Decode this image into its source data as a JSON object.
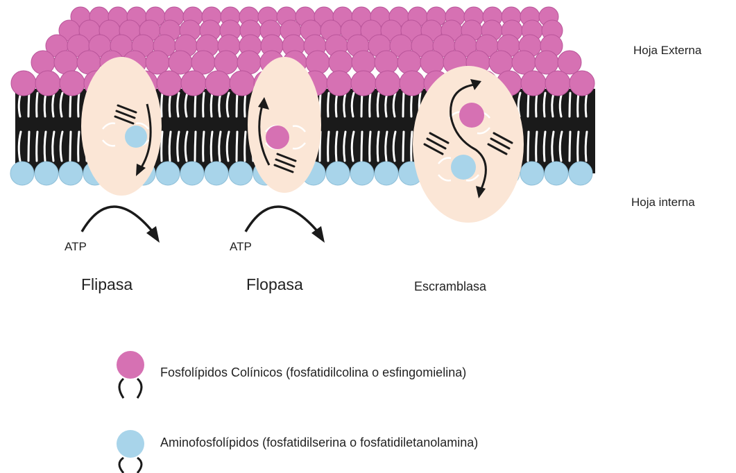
{
  "labels": {
    "outer_leaflet": "Hoja Externa",
    "inner_leaflet": "Hoja interna"
  },
  "enzymes": [
    {
      "name": "Flipasa",
      "energy": "ATP"
    },
    {
      "name": "Flopasa",
      "energy": "ATP"
    },
    {
      "name": "Escramblasa",
      "energy": ""
    }
  ],
  "legend": [
    {
      "text": "Fosfolípidos Colínicos (fosfatidilcolina o esfingomielina)",
      "color": "#d671b3"
    },
    {
      "text": "Aminofosfolípidos (fosfatidilserina o fosfatidiletanolamina)",
      "color": "#a8d4ea"
    }
  ],
  "colors": {
    "choline_head": "#d671b3",
    "amino_head": "#a8d4ea",
    "protein": "#fbe6d6",
    "tails_background": "#1a1a1a",
    "tails": "#ffffff"
  }
}
